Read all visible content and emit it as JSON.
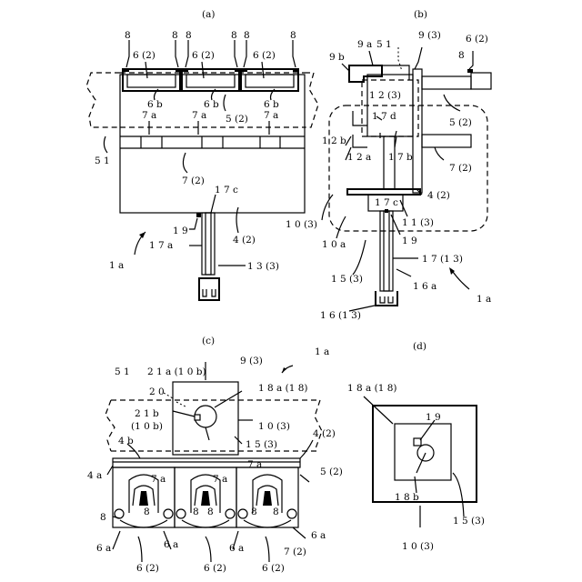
{
  "panels": [
    {
      "key": "a",
      "title": "(a)",
      "labels": [
        "8",
        "8",
        "8",
        "8",
        "8",
        "8",
        "6 (2)",
        "6 (2)",
        "6 (2)",
        "6 b",
        "6 b",
        "6 b",
        "5 (2)",
        "7 a",
        "7 a",
        "7 a",
        "5 1",
        "7 (2)",
        "1 7 c",
        "1 9",
        "4 (2)",
        "1 a",
        "1 7 a",
        "1 3 (3)"
      ]
    },
    {
      "key": "b",
      "title": "(b)",
      "labels": [
        "9 b",
        "9 a",
        "5 1",
        "9 (3)",
        "6 (2)",
        "8",
        "1 2 (3)",
        "1 7 d",
        "5 (2)",
        "1 2 b",
        "1 2 a",
        "1 7 b",
        "7 (2)",
        "4 (2)",
        "1 7 c",
        "1 0 (3)",
        "1 1 (3)",
        "1 0 a",
        "1 9",
        "1 7 (1 3)",
        "1 5 (3)",
        "1 6 a",
        "1 a",
        "1 6 (1 3)"
      ]
    },
    {
      "key": "c",
      "title": "(c)",
      "labels": [
        "1 a",
        "5 1",
        "2 1 a (1 0 b)",
        "9 (3)",
        "1 8 a (1 8)",
        "2 0",
        "2 1 b",
        "(1 0 b)",
        "1 0 (3)",
        "1 5 (3)",
        "4 (2)",
        "4 b",
        "4 a",
        "5 (2)",
        "7 a",
        "7 a",
        "7 a",
        "8",
        "8",
        "8",
        "8",
        "8",
        "8",
        "6 a",
        "6 a",
        "6 a",
        "6 a",
        "7 (2)",
        "6 (2)",
        "6 (2)",
        "6 (2)"
      ]
    },
    {
      "key": "d",
      "title": "(d)",
      "labels": [
        "1 8 a (1 8)",
        "1 9",
        "1 8 b",
        "1 5 (3)",
        "1 0 (3)"
      ]
    }
  ]
}
